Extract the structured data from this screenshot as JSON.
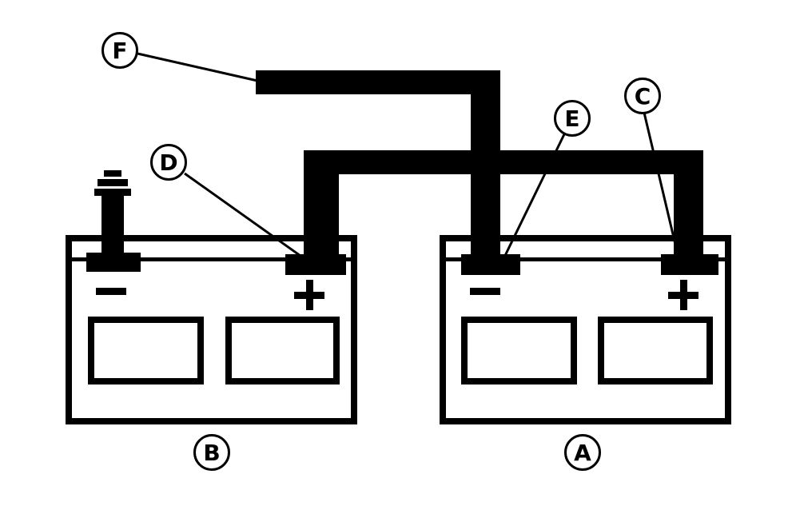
{
  "callouts": {
    "A": "A",
    "B": "B",
    "C": "C",
    "D": "D",
    "E": "E",
    "F": "F"
  },
  "batteries": {
    "left": {
      "callout": "B",
      "negative_symbol": "−",
      "positive_symbol": "+"
    },
    "right": {
      "callout": "A",
      "negative_symbol": "−",
      "positive_symbol": "+"
    }
  },
  "colors": {
    "line": "#000000",
    "background": "#ffffff"
  }
}
